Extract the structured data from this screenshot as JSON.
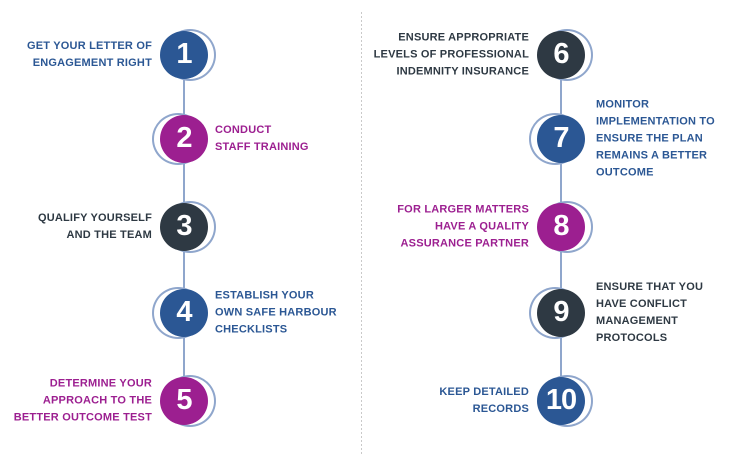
{
  "colors": {
    "blue": "#2b5794",
    "magenta": "#9c1f90",
    "dark": "#2e3943",
    "connector": "#8fa6cc",
    "divider": "#c9c9c9"
  },
  "columns": [
    {
      "items": [
        {
          "number": "1",
          "color": "blue",
          "side": "left",
          "lines": [
            "GET YOUR LETTER OF",
            "ENGAGEMENT RIGHT"
          ]
        },
        {
          "number": "2",
          "color": "magenta",
          "side": "right",
          "lines": [
            "CONDUCT",
            "STAFF TRAINING"
          ]
        },
        {
          "number": "3",
          "color": "dark",
          "side": "left",
          "lines": [
            "QUALIFY YOURSELF",
            "AND THE TEAM"
          ]
        },
        {
          "number": "4",
          "color": "blue",
          "side": "right",
          "lines": [
            "ESTABLISH YOUR",
            "OWN SAFE HARBOUR",
            "CHECKLISTS"
          ]
        },
        {
          "number": "5",
          "color": "magenta",
          "side": "left",
          "lines": [
            "DETERMINE YOUR",
            "APPROACH TO THE",
            "BETTER OUTCOME TEST"
          ]
        }
      ]
    },
    {
      "items": [
        {
          "number": "6",
          "color": "dark",
          "side": "left",
          "lines": [
            "ENSURE APPROPRIATE",
            "LEVELS OF PROFESSIONAL",
            "INDEMNITY INSURANCE"
          ]
        },
        {
          "number": "7",
          "color": "blue",
          "side": "right",
          "lines": [
            "MONITOR",
            "IMPLEMENTATION TO",
            "ENSURE THE PLAN",
            "REMAINS A BETTER",
            "OUTCOME"
          ]
        },
        {
          "number": "8",
          "color": "magenta",
          "side": "left",
          "lines": [
            "FOR LARGER MATTERS",
            "HAVE A QUALITY",
            "ASSURANCE PARTNER"
          ]
        },
        {
          "number": "9",
          "color": "dark",
          "side": "right",
          "lines": [
            "ENSURE THAT YOU",
            "HAVE CONFLICT",
            "MANAGEMENT",
            "PROTOCOLS"
          ]
        },
        {
          "number": "10",
          "color": "blue",
          "side": "left",
          "lines": [
            "KEEP DETAILED",
            "RECORDS"
          ]
        }
      ]
    }
  ]
}
